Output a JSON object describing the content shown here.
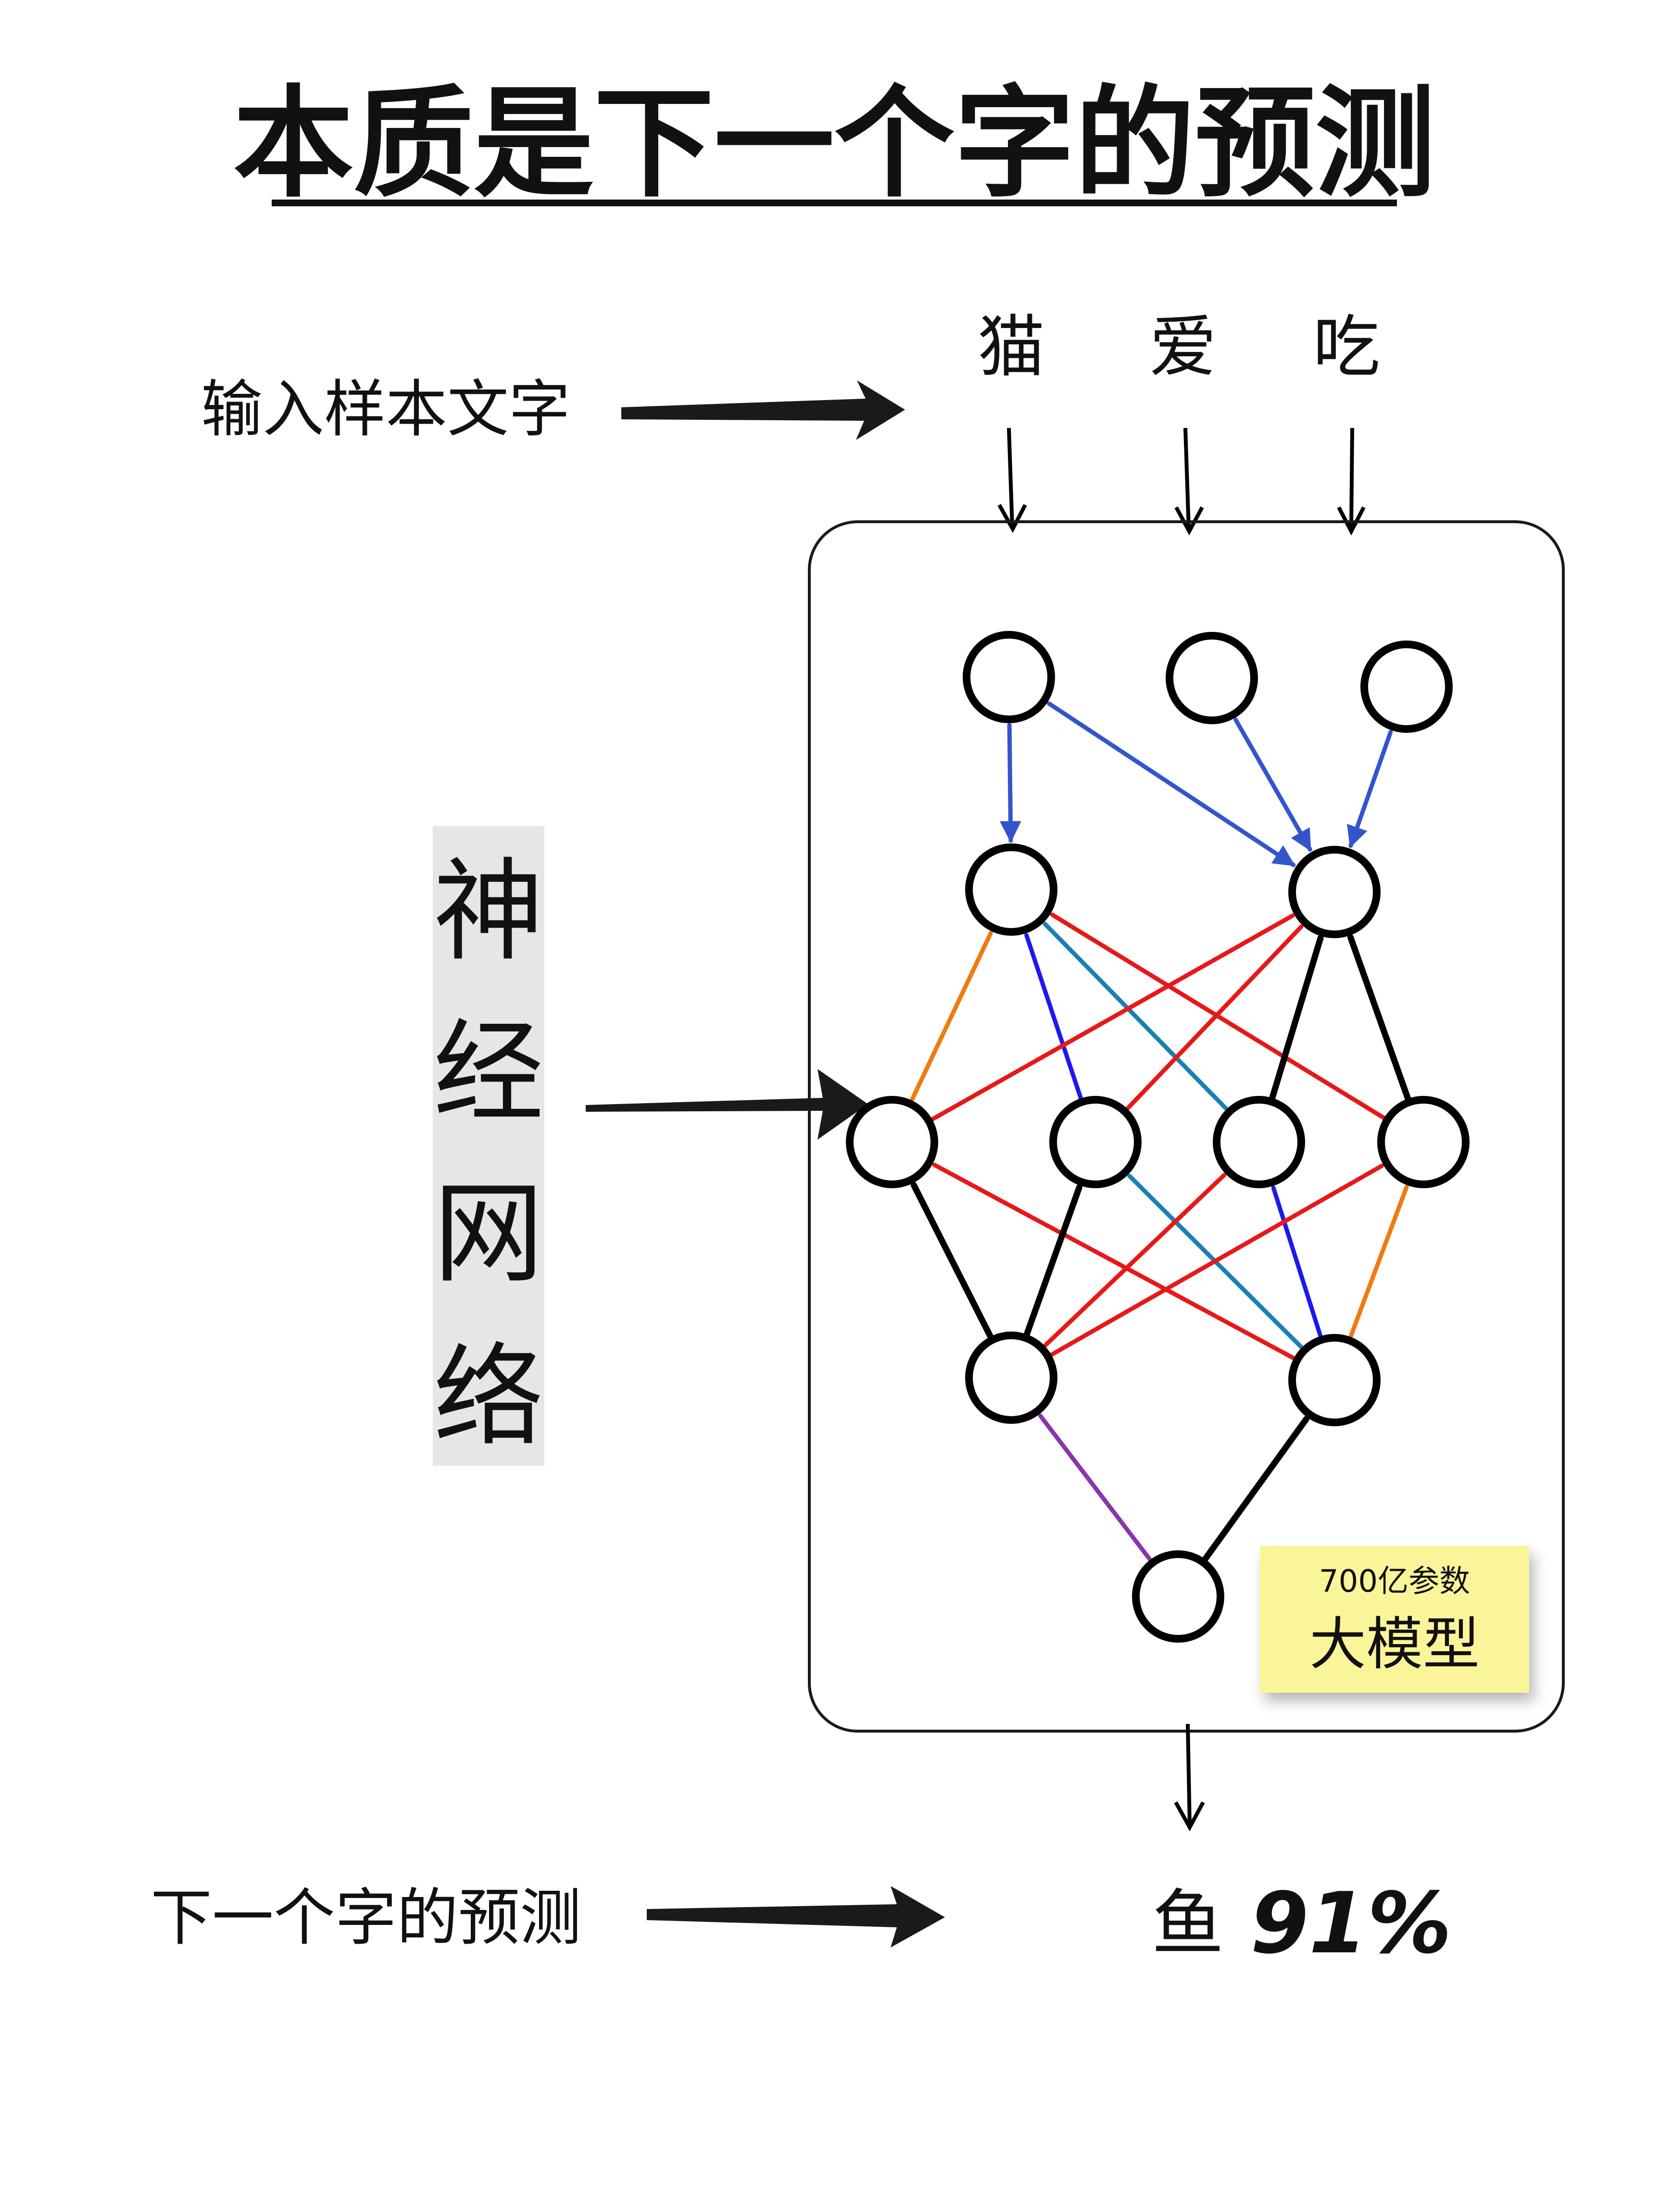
{
  "title": "本质是下一个字的预测",
  "input_label": "输入样本文字",
  "input_tokens": [
    "猫",
    "爱",
    "吃"
  ],
  "network_label": [
    "神",
    "经",
    "网",
    "络"
  ],
  "output_label": "下一个字的预测",
  "prediction": {
    "token": "鱼",
    "probability": "91%"
  },
  "sticky_note": {
    "params": "700亿参数",
    "model": "大模型"
  },
  "colors": {
    "blue": "#3355cc",
    "deep_blue": "#1a1aee",
    "teal": "#1a7fb5",
    "red": "#e81818",
    "orange": "#f07a10",
    "purple": "#8a35a8",
    "black": "#000000",
    "note": "#fbf59a",
    "label_bg": "#e6e6e6"
  },
  "edges": [
    {
      "from": "L0N0",
      "to": "L1N0",
      "color": "blue",
      "arrow": true
    },
    {
      "from": "L0N0",
      "to": "L1N1",
      "color": "blue",
      "arrow": true
    },
    {
      "from": "L0N1",
      "to": "L1N1",
      "color": "blue",
      "arrow": true
    },
    {
      "from": "L0N2",
      "to": "L1N1",
      "color": "blue",
      "arrow": true
    },
    {
      "from": "L1N0",
      "to": "L2N0",
      "color": "orange"
    },
    {
      "from": "L1N0",
      "to": "L2N1",
      "color": "deep_blue"
    },
    {
      "from": "L1N0",
      "to": "L2N2",
      "color": "teal"
    },
    {
      "from": "L1N0",
      "to": "L2N3",
      "color": "red"
    },
    {
      "from": "L1N1",
      "to": "L2N0",
      "color": "red"
    },
    {
      "from": "L1N1",
      "to": "L2N1",
      "color": "red"
    },
    {
      "from": "L1N1",
      "to": "L2N2",
      "color": "black"
    },
    {
      "from": "L1N1",
      "to": "L2N3",
      "color": "black"
    },
    {
      "from": "L2N0",
      "to": "L3N0",
      "color": "black"
    },
    {
      "from": "L2N0",
      "to": "L3N1",
      "color": "red"
    },
    {
      "from": "L2N1",
      "to": "L3N0",
      "color": "black"
    },
    {
      "from": "L2N1",
      "to": "L3N1",
      "color": "teal"
    },
    {
      "from": "L2N2",
      "to": "L3N0",
      "color": "red"
    },
    {
      "from": "L2N2",
      "to": "L3N1",
      "color": "deep_blue"
    },
    {
      "from": "L2N3",
      "to": "L3N0",
      "color": "red"
    },
    {
      "from": "L2N3",
      "to": "L3N1",
      "color": "orange"
    },
    {
      "from": "L3N0",
      "to": "L4N0",
      "color": "purple"
    },
    {
      "from": "L3N1",
      "to": "L4N0",
      "color": "black"
    }
  ]
}
